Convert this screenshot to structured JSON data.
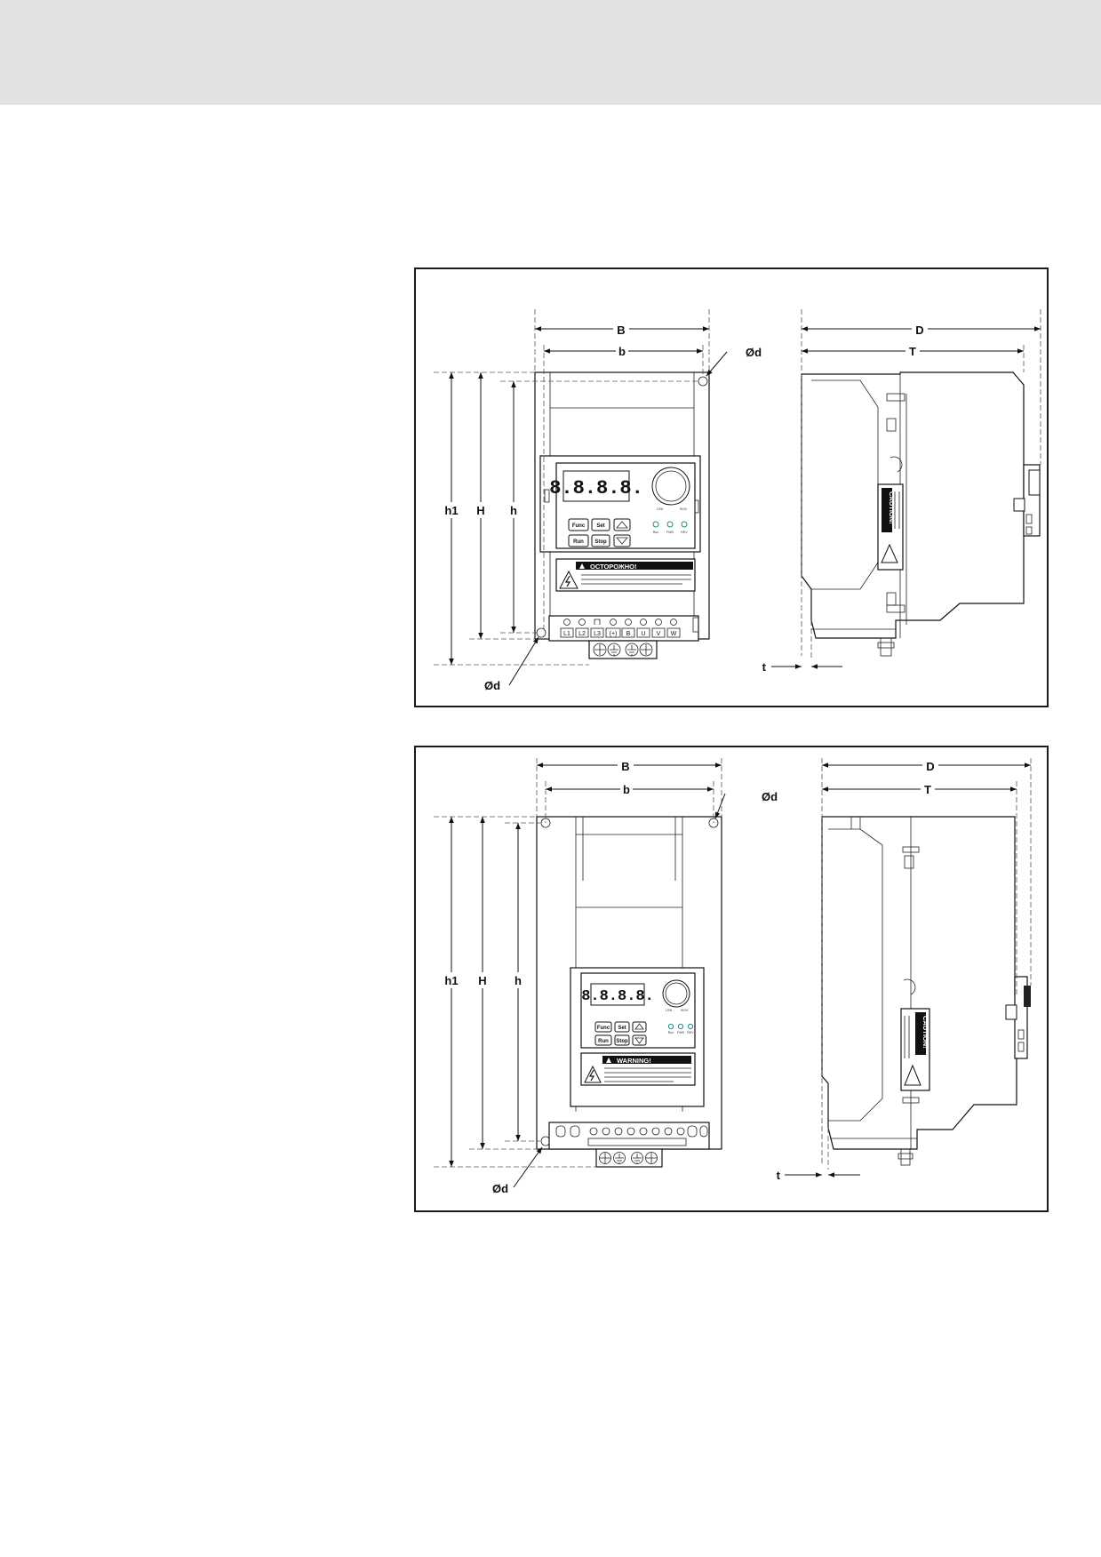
{
  "figure1": {
    "dimension_labels": {
      "B": "B",
      "b": "b",
      "D": "D",
      "T": "T",
      "h1": "h1",
      "H": "H",
      "h": "h",
      "t": "t",
      "d_top": "Ød",
      "d_bottom": "Ød"
    },
    "display": "8.8.8.8.",
    "keys": {
      "func": "Func",
      "set": "Set",
      "run": "Run",
      "stop": "Stop"
    },
    "knob": {
      "low": "LOW",
      "high": "HIGH"
    },
    "leds": [
      "Run",
      "FWD",
      "REV"
    ],
    "warning_title": "ОСТОРОЖНО!",
    "terminals": [
      "L1",
      "L2",
      "L3",
      "(+)",
      "B",
      "U",
      "V",
      "W"
    ],
    "side_label": "CAUTION!"
  },
  "figure2": {
    "dimension_labels": {
      "B": "B",
      "b": "b",
      "D": "D",
      "T": "T",
      "h1": "h1",
      "H": "H",
      "h": "h",
      "t": "t",
      "d_top": "Ød",
      "d_bottom": "Ød"
    },
    "display": "8.8.8.8.",
    "keys": {
      "func": "Func",
      "set": "Set",
      "run": "Run",
      "stop": "Stop"
    },
    "knob": {
      "low": "LOW",
      "high": "HIGH"
    },
    "leds": [
      "Run",
      "FWD",
      "REV"
    ],
    "warning_title": "WARNING!",
    "side_label": "CAUTION!"
  }
}
